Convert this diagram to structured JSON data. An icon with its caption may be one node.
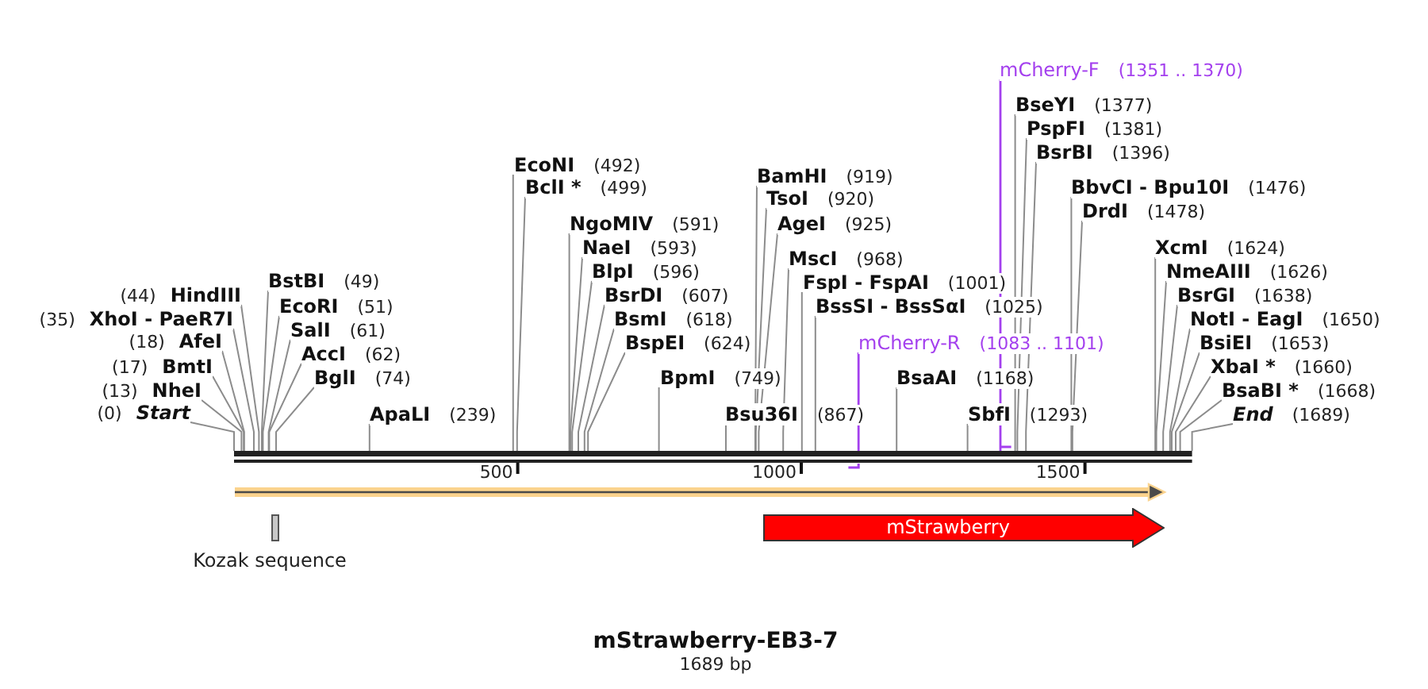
{
  "diagram": {
    "title": "mStrawberry-EB3-7",
    "caption": "1689 bp",
    "nodes": [
      {
        "text": [
          "(0)",
          "Start"
        ]
      },
      {
        "text": [
          "(13)",
          "NheI"
        ]
      },
      {
        "text": [
          "(17)",
          "BmtI"
        ]
      },
      {
        "text": [
          "(18)",
          "AfeI"
        ]
      },
      {
        "text": [
          "(35)",
          "XhoI - PaeR7I"
        ]
      },
      {
        "text": [
          "(44)",
          "HindIII"
        ]
      },
      {
        "text": [
          "BstBI",
          "(49)"
        ]
      },
      {
        "text": [
          "EcoRI",
          "(51)"
        ]
      },
      {
        "text": [
          "SalI",
          "(61)"
        ]
      },
      {
        "text": [
          "AccI",
          "(62)"
        ]
      },
      {
        "text": [
          "BglI",
          "(74)"
        ]
      },
      {
        "text": [
          "ApaLI",
          "(239)"
        ]
      },
      {
        "text": [
          "EcoNI",
          "(492)"
        ]
      },
      {
        "text": [
          "BclI *",
          "(499)"
        ]
      },
      {
        "text": [
          "NgoMIV",
          "(591)"
        ]
      },
      {
        "text": [
          "NaeI",
          "(593)"
        ]
      },
      {
        "text": [
          "BlpI",
          "(596)"
        ]
      },
      {
        "text": [
          "BsrDI",
          "(607)"
        ]
      },
      {
        "text": [
          "BsmI",
          "(618)"
        ]
      },
      {
        "text": [
          "BspEI",
          "(624)"
        ]
      },
      {
        "text": [
          "BpmI",
          "(749)"
        ]
      },
      {
        "text": [
          "Bsu36I",
          "(867)"
        ]
      },
      {
        "text": [
          "BamHI",
          "(919)"
        ]
      },
      {
        "text": [
          "TsoI",
          "(920)"
        ]
      },
      {
        "text": [
          "AgeI",
          "(925)"
        ]
      },
      {
        "text": [
          "MscI",
          "(968)"
        ]
      },
      {
        "text": [
          "FspI - FspAI",
          "(1001)"
        ]
      },
      {
        "text": [
          "BssSI - BssSαI",
          "(1025)"
        ]
      },
      {
        "text": [
          "mCherry-R",
          "(1083 .. 1101)"
        ]
      },
      {
        "text": [
          "BsaAI",
          "(1168)"
        ]
      },
      {
        "text": [
          "SbfI",
          "(1293)"
        ]
      },
      {
        "text": [
          "mCherry-F",
          "(1351 .. 1370)"
        ]
      },
      {
        "text": [
          "BseYI",
          "(1377)"
        ]
      },
      {
        "text": [
          "PspFI",
          "(1381)"
        ]
      },
      {
        "text": [
          "BsrBI",
          "(1396)"
        ]
      },
      {
        "text": [
          "BbvCI - Bpu10I",
          "(1476)"
        ]
      },
      {
        "text": [
          "DrdI",
          "(1478)"
        ]
      },
      {
        "text": [
          "XcmI",
          "(1624)"
        ]
      },
      {
        "text": [
          "NmeAIII",
          "(1626)"
        ]
      },
      {
        "text": [
          "BsrGI",
          "(1638)"
        ]
      },
      {
        "text": [
          "NotI - EagI",
          "(1650)"
        ]
      },
      {
        "text": [
          "BsiEI",
          "(1653)"
        ]
      },
      {
        "text": [
          "XbaI *",
          "(1660)"
        ]
      },
      {
        "text": [
          "BsaBI *",
          "(1668)"
        ]
      },
      {
        "text": [
          "End",
          "(1689)"
        ]
      },
      {
        "text": [],
        "shape": "bar"
      },
      {
        "text": [],
        "shape": "arrow"
      },
      {
        "text": [
          "Kozak sequence"
        ]
      },
      {
        "text": [
          "mStrawberry"
        ]
      }
    ],
    "edges": [
      {
        "from": 0,
        "to": 45,
        "arrow": "none"
      },
      {
        "from": 1,
        "to": 45,
        "arrow": "none"
      },
      {
        "from": 2,
        "to": 45,
        "arrow": "none"
      },
      {
        "from": 3,
        "to": 45,
        "arrow": "none"
      },
      {
        "from": 4,
        "to": 45,
        "arrow": "none"
      },
      {
        "from": 5,
        "to": 45,
        "arrow": "none"
      },
      {
        "from": 6,
        "to": 45,
        "arrow": "none"
      },
      {
        "from": 7,
        "to": 45,
        "arrow": "none"
      },
      {
        "from": 8,
        "to": 45,
        "arrow": "none"
      },
      {
        "from": 9,
        "to": 45,
        "arrow": "none"
      },
      {
        "from": 10,
        "to": 45,
        "arrow": "none"
      },
      {
        "from": 11,
        "to": 45,
        "arrow": "none"
      },
      {
        "from": 12,
        "to": 45,
        "arrow": "none"
      },
      {
        "from": 13,
        "to": 45,
        "arrow": "none"
      },
      {
        "from": 14,
        "to": 45,
        "arrow": "none"
      },
      {
        "from": 15,
        "to": 45,
        "arrow": "none"
      },
      {
        "from": 16,
        "to": 45,
        "arrow": "none"
      },
      {
        "from": 17,
        "to": 45,
        "arrow": "none"
      },
      {
        "from": 18,
        "to": 45,
        "arrow": "none"
      },
      {
        "from": 19,
        "to": 45,
        "arrow": "none"
      },
      {
        "from": 20,
        "to": 45,
        "arrow": "none"
      },
      {
        "from": 21,
        "to": 45,
        "arrow": "none"
      },
      {
        "from": 22,
        "to": 45,
        "arrow": "none"
      },
      {
        "from": 23,
        "to": 45,
        "arrow": "none"
      },
      {
        "from": 24,
        "to": 45,
        "arrow": "none"
      },
      {
        "from": 25,
        "to": 45,
        "arrow": "none"
      },
      {
        "from": 26,
        "to": 45,
        "arrow": "none"
      },
      {
        "from": 27,
        "to": 45,
        "arrow": "none"
      },
      {
        "from": 28,
        "to": 45,
        "arrow": "none",
        "color": "#a440ee"
      },
      {
        "from": 29,
        "to": 45,
        "arrow": "none"
      },
      {
        "from": 30,
        "to": 45,
        "arrow": "none"
      },
      {
        "from": 31,
        "to": 45,
        "arrow": "none",
        "color": "#a440ee"
      },
      {
        "from": 32,
        "to": 45,
        "arrow": "none"
      },
      {
        "from": 33,
        "to": 45,
        "arrow": "none"
      },
      {
        "from": 34,
        "to": 45,
        "arrow": "none"
      },
      {
        "from": 35,
        "to": 45,
        "arrow": "none"
      },
      {
        "from": 36,
        "to": 45,
        "arrow": "none"
      },
      {
        "from": 37,
        "to": 45,
        "arrow": "none"
      },
      {
        "from": 38,
        "to": 45,
        "arrow": "none"
      },
      {
        "from": 39,
        "to": 45,
        "arrow": "none"
      },
      {
        "from": 40,
        "to": 45,
        "arrow": "none"
      },
      {
        "from": 41,
        "to": 45,
        "arrow": "none"
      },
      {
        "from": 42,
        "to": 45,
        "arrow": "none"
      },
      {
        "from": 43,
        "to": 45,
        "arrow": "none"
      },
      {
        "from": 44,
        "to": 45,
        "arrow": "none"
      }
    ],
    "labels": [
      "500",
      "1000",
      "1500"
    ]
  }
}
